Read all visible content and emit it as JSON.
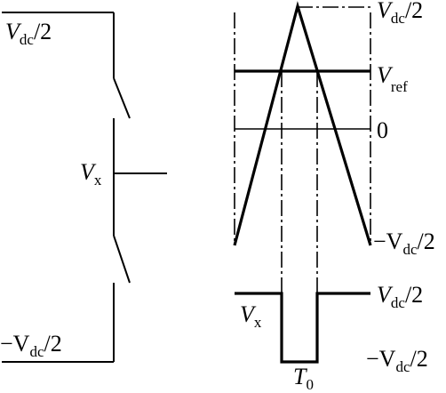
{
  "circuit": {
    "top_rail_label": "V",
    "top_rail_sub": "dc",
    "top_rail_suffix": "/2",
    "bottom_rail_prefix": "−V",
    "bottom_rail_sub": "dc",
    "bottom_rail_suffix": "/2",
    "mid_node_label": "V",
    "mid_node_sub": "x"
  },
  "carrier": {
    "top_label": "V",
    "top_sub": "dc",
    "top_suffix": "/2",
    "ref_label": "V",
    "ref_sub": "ref",
    "zero_label": "0",
    "bottom_prefix": "−V",
    "bottom_sub": "dc",
    "bottom_suffix": "/2"
  },
  "output": {
    "high_label": "V",
    "high_sub": "dc",
    "high_suffix": "/2",
    "low_prefix": "−V",
    "low_sub": "dc",
    "low_suffix": "/2",
    "signal_label": "V",
    "signal_sub": "x",
    "pulse_label": "T",
    "pulse_sub": "0"
  }
}
